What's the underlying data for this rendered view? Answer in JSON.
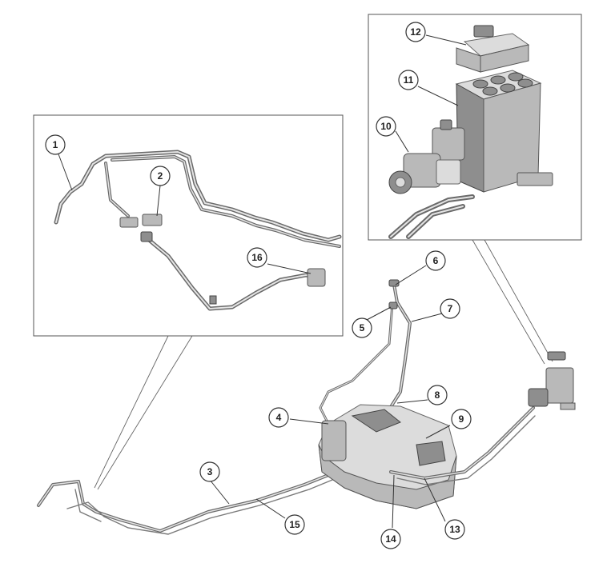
{
  "callouts": [
    {
      "label": "1"
    },
    {
      "label": "2"
    },
    {
      "label": "3"
    },
    {
      "label": "4"
    },
    {
      "label": "5"
    },
    {
      "label": "6"
    },
    {
      "label": "7"
    },
    {
      "label": "8"
    },
    {
      "label": "9"
    },
    {
      "label": "10"
    },
    {
      "label": "11"
    },
    {
      "label": "12"
    },
    {
      "label": "13"
    },
    {
      "label": "14"
    },
    {
      "label": "15"
    },
    {
      "label": "16"
    }
  ],
  "colors": {
    "background": "#ffffff",
    "part_grey": "#b9b9b9",
    "outline": "#333333"
  }
}
